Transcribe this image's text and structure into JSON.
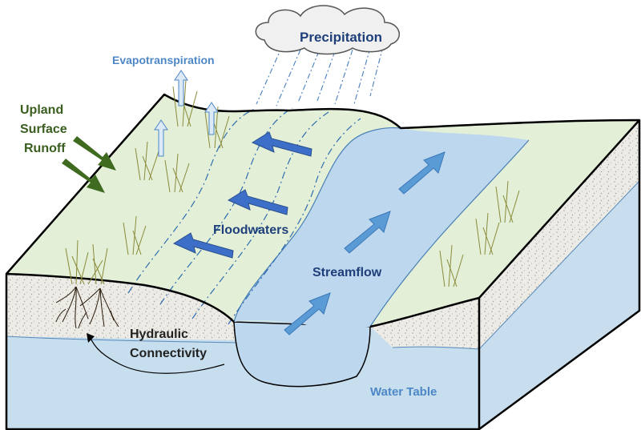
{
  "labels": {
    "precipitation": "Precipitation",
    "evapotranspiration": "Evapotranspiration",
    "upland_line1": "Upland",
    "upland_line2": "Surface",
    "upland_line3": "Runoff",
    "floodwaters": "Floodwaters",
    "streamflow": "Streamflow",
    "hydraulic_line1": "Hydraulic",
    "hydraulic_line2": "Connectivity",
    "water_table": "Water Table"
  },
  "colors": {
    "land_surface": "#e3f0d7",
    "river": "#bcd7ee",
    "soil": "#ecebe6",
    "groundwater": "#c7deee",
    "flood_arrow": "#3d6fc8",
    "stream_arrow": "#5b9bd5",
    "runoff_arrow": "#3f6b20",
    "evap_arrow": "#dce9f7",
    "label_blue": "#1f3f7a",
    "label_green": "#3a5e1f",
    "label_light_blue": "#4e87c6",
    "cloud": "#f0f0f0"
  }
}
